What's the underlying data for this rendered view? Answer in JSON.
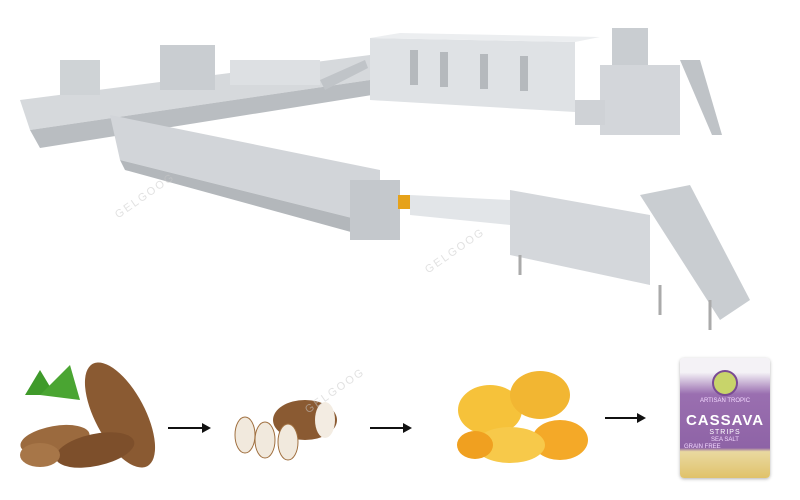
{
  "title": "Cassava chips production line",
  "process_steps": [
    "cassava-roots",
    "peeled-slices",
    "fried-chips",
    "packaged-product"
  ],
  "package": {
    "brand": "ARTISAN TROPIC",
    "name": "CASSAVA",
    "subname": "STRIPS",
    "flavor": "SEA SALT",
    "badge": "GRAIN FREE"
  },
  "watermark": "GELGOOG",
  "colors": {
    "machine": "#d9dcdf",
    "package": "#8e63a6",
    "chips": "#f2b632",
    "cassava": "#8a5a32"
  }
}
